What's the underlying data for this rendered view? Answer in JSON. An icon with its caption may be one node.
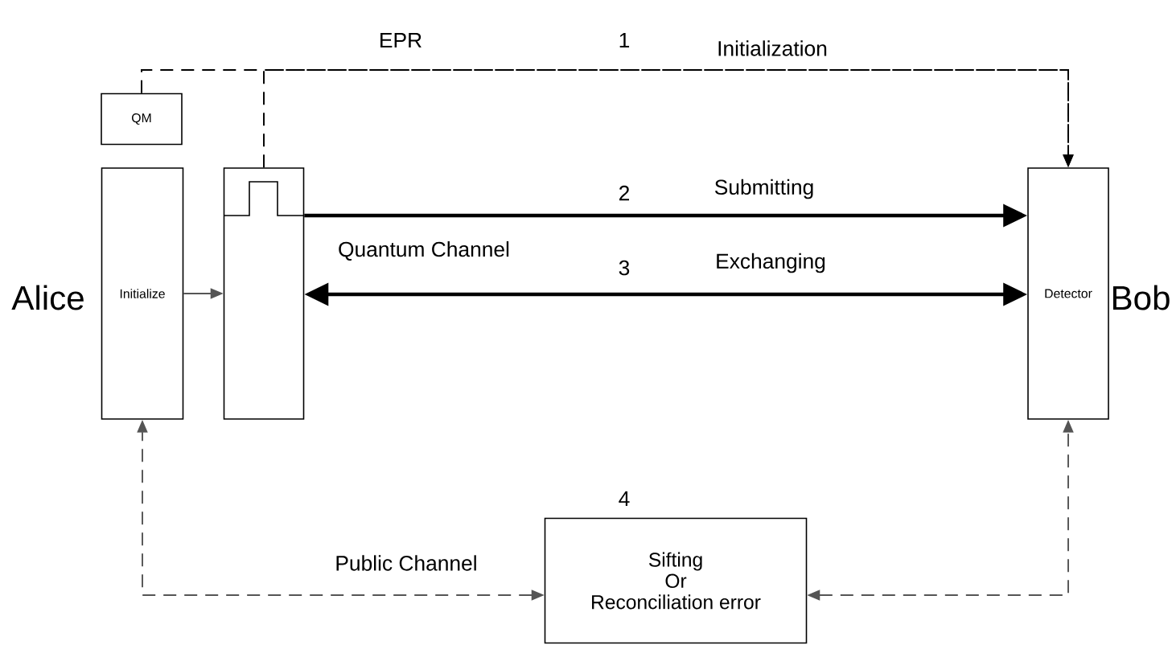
{
  "diagram": {
    "nodes": [
      {
        "text": [
          "QM"
        ]
      },
      {
        "text": [
          "Initialize"
        ],
        "beside": [
          "Alice"
        ]
      },
      {
        "text": [],
        "shape": "box"
      },
      {
        "text": [
          "Detector"
        ],
        "beside": [
          "Bob"
        ]
      },
      {
        "text": [
          "Sifting",
          "Or",
          "Reconciliation error"
        ],
        "beside": [
          "4"
        ]
      }
    ],
    "edges": [
      {
        "from": 0,
        "to": 3,
        "arrow": "to",
        "style": "dashed",
        "label": "Initialization"
      },
      {
        "from": 2,
        "to": 3,
        "arrow": "to",
        "style": "dashed"
      },
      {
        "from": 1,
        "to": 2,
        "arrow": "to",
        "color": "#555555"
      },
      {
        "from": 2,
        "to": 3,
        "arrow": "to",
        "style": "thick",
        "label": "Submitting"
      },
      {
        "from": 2,
        "to": 3,
        "arrow": "both",
        "style": "thick",
        "label": "Exchanging"
      },
      {
        "from": 4,
        "to": 1,
        "arrow": "both",
        "style": "dashed",
        "color": "#555555",
        "label": "Public Channel"
      },
      {
        "from": 4,
        "to": 3,
        "arrow": "both",
        "style": "dashed",
        "color": "#555555"
      }
    ],
    "labels": [
      "EPR",
      "1",
      "2",
      "Quantum Channel",
      "3"
    ]
  }
}
